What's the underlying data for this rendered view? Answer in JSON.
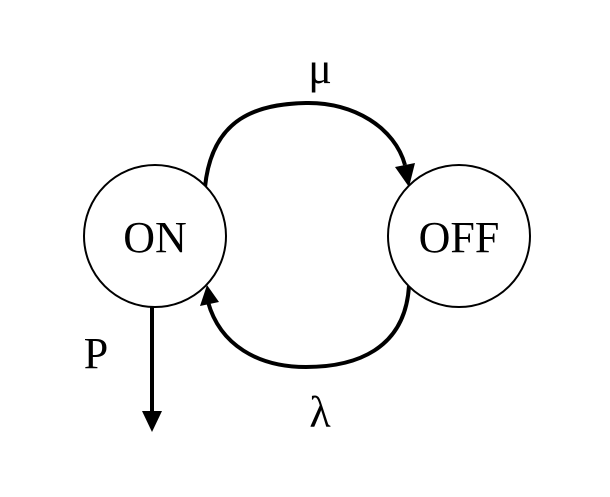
{
  "states": {
    "on": {
      "label": "ON"
    },
    "off": {
      "label": "OFF"
    }
  },
  "transitions": {
    "on_to_off": {
      "rate": "μ"
    },
    "off_to_on": {
      "rate": "λ"
    },
    "output": {
      "label": "P"
    }
  }
}
